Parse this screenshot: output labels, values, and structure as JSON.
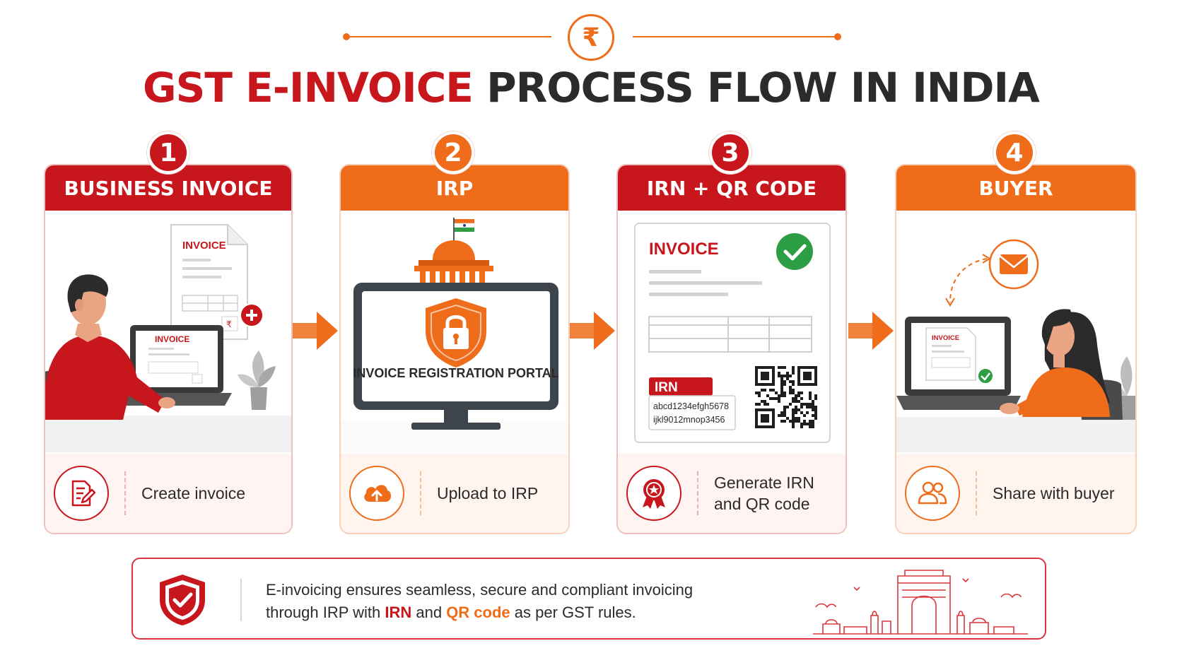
{
  "header": {
    "symbol": "₹",
    "title_part1": "GST E-INVOICE",
    "title_part2": "PROCESS FLOW IN INDIA"
  },
  "colors": {
    "red": "#c8161d",
    "orange": "#ef6c1a",
    "green": "#2e9e45",
    "dark": "#2b2b2b"
  },
  "steps": [
    {
      "number": "1",
      "title": "BUSINESS INVOICE",
      "doc_label": "INVOICE",
      "laptop_label": "INVOICE",
      "action": "Create invoice",
      "icon": "edit-document-icon",
      "theme": "red"
    },
    {
      "number": "2",
      "title": "IRP",
      "portal_label": "INVOICE REGISTRATION PORTAL",
      "action": "Upload to IRP",
      "icon": "cloud-upload-icon",
      "theme": "orange"
    },
    {
      "number": "3",
      "title": "IRN + QR CODE",
      "doc_label": "INVOICE",
      "irn_tag": "IRN",
      "irn_line1": "abcd1234efgh5678",
      "irn_line2": "ijkl9012mnop3456",
      "action_line1": "Generate IRN",
      "action_line2": "and QR code",
      "icon": "certificate-icon",
      "theme": "red"
    },
    {
      "number": "4",
      "title": "BUYER",
      "laptop_label": "INVOICE",
      "action": "Share with buyer",
      "icon": "users-icon",
      "theme": "orange"
    }
  ],
  "banner": {
    "line1": "E-invoicing ensures seamless, secure and compliant invoicing",
    "line2_a": "through IRP with ",
    "line2_irn": "IRN",
    "line2_b": " and ",
    "line2_qr": "QR code",
    "line2_c": " as per GST rules."
  }
}
